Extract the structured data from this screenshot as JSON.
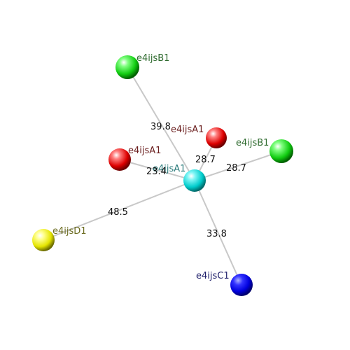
{
  "molecule": {
    "center": {
      "label": "e4ijsA1",
      "color": "#00e5e5",
      "label_color": "#2a7a7a"
    },
    "neighbors": [
      {
        "label": "e4ijsB1",
        "color": "#11dd11",
        "label_color": "#2f6b2f",
        "distance": "39.8"
      },
      {
        "label": "e4ijsA1",
        "color": "#ee1111",
        "label_color": "#6b1f1f",
        "distance": "28.7"
      },
      {
        "label": "e4ijsA1",
        "color": "#ee1111",
        "label_color": "#6b1f1f",
        "distance": "23.4"
      },
      {
        "label": "e4ijsB1",
        "color": "#11dd11",
        "label_color": "#2f6b2f",
        "distance": "28.7"
      },
      {
        "label": "e4ijsD1",
        "color": "#eeee00",
        "label_color": "#6b6b1f",
        "distance": "48.5"
      },
      {
        "label": "e4ijsC1",
        "color": "#0000ee",
        "label_color": "#1f1f6b",
        "distance": "33.8"
      }
    ]
  }
}
